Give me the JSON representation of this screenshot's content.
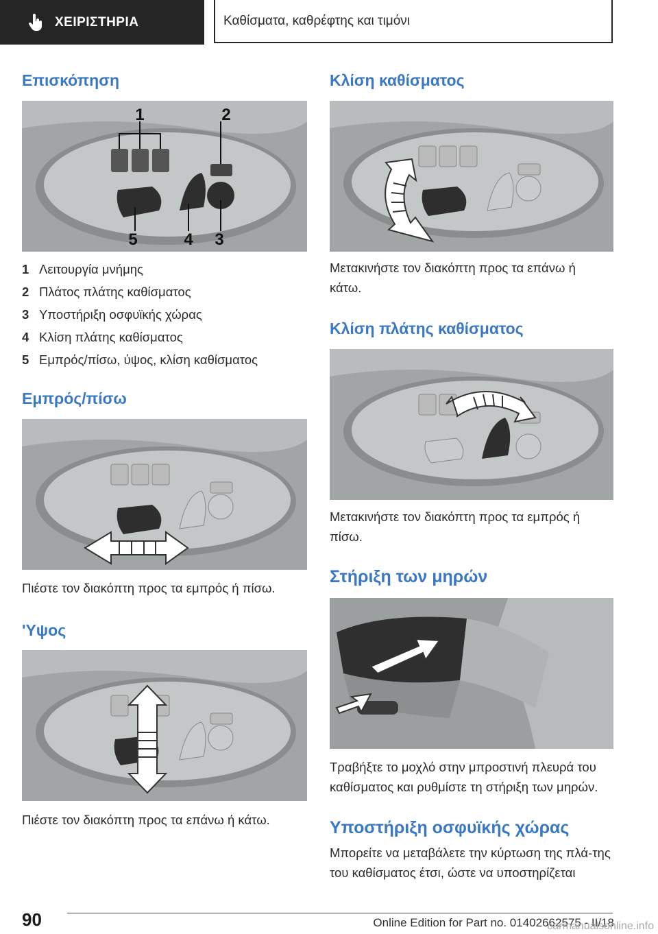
{
  "header": {
    "section": "ΧΕΙΡΙΣΤΗΡΙΑ",
    "chapter": "Καθίσματα, καθρέφτης και τιμόνι"
  },
  "left": {
    "overview_title": "Επισκόπηση",
    "callouts": [
      "1",
      "2",
      "5",
      "4",
      "3"
    ],
    "legend": [
      {
        "num": "1",
        "text": "Λειτουργία μνήμης"
      },
      {
        "num": "2",
        "text": "Πλάτος πλάτης καθίσματος"
      },
      {
        "num": "3",
        "text": "Υποστήριξη οσφυϊκής χώρας"
      },
      {
        "num": "4",
        "text": "Κλίση πλάτης καθίσματος"
      },
      {
        "num": "5",
        "text": "Εμπρός/πίσω, ύψος, κλίση καθίσματος"
      }
    ],
    "forward_title": "Εμπρός/πίσω",
    "forward_text": "Πιέστε τον διακόπτη προς τα εμπρός ή πίσω.",
    "height_title": "'Υψος",
    "height_text": "Πιέστε τον διακόπτη προς τα επάνω ή κάτω."
  },
  "right": {
    "tilt_title": "Κλίση καθίσματος",
    "tilt_text": "Μετακινήστε τον διακόπτη προς τα επάνω ή κάτω.",
    "backrest_title": "Κλίση πλάτης καθίσματος",
    "backrest_text": "Μετακινήστε τον διακόπτη προς τα εμπρός ή πίσω.",
    "thigh_title": "Στήριξη των μηρών",
    "thigh_text": "Τραβήξτε το μοχλό στην μπροστινή πλευρά του καθίσματος και ρυθμίστε τη στήριξη των μηρών.",
    "lumbar_title": "Υποστήριξη οσφυϊκής χώρας",
    "lumbar_text": "Μπορείτε να μεταβάλετε την κύρτωση της πλά-της του καθίσματος έτσι, ώστε να υποστηρίζεται"
  },
  "footer": {
    "page": "90",
    "edition": "Online Edition for Part no. 01402662575 - II/18",
    "watermark": "carmanualsonline.info"
  },
  "colors": {
    "accent": "#3a78c2",
    "header_bg": "#262626"
  }
}
